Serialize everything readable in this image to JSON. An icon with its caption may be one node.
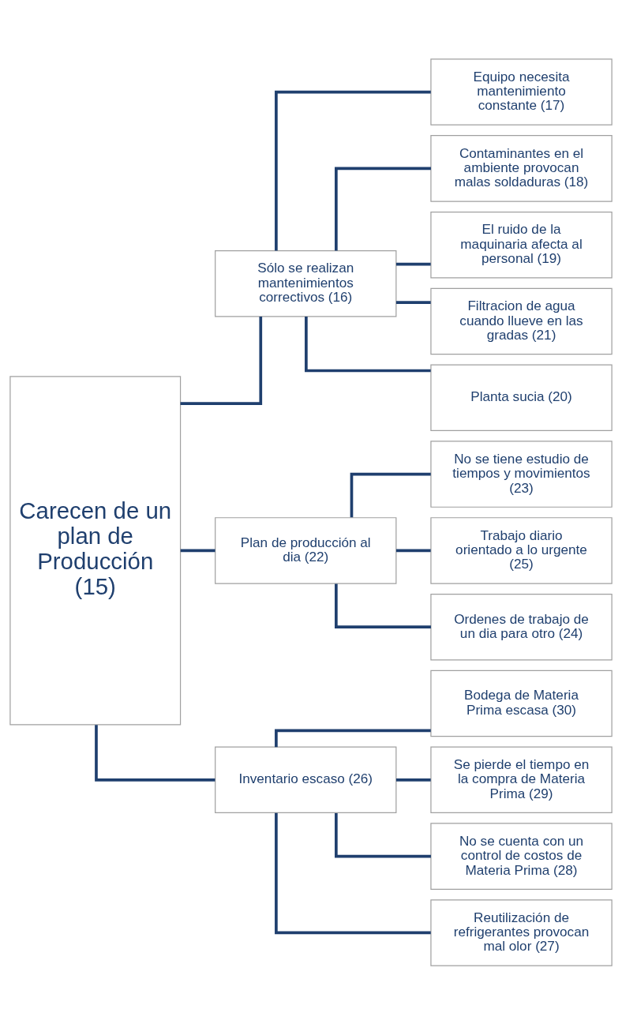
{
  "diagram": {
    "nodes": [
      {
        "text": [
          "Carecen de un plan de Producción (15)"
        ]
      },
      {
        "text": [
          "Sólo se realizan mantenimientos correctivos (16)"
        ]
      },
      {
        "text": [
          "Equipo necesita mantenimiento constante (17)"
        ]
      },
      {
        "text": [
          "Contaminantes en el ambiente provocan malas soldaduras (18)"
        ]
      },
      {
        "text": [
          "El ruido de la maquinaria afecta al personal (19)"
        ]
      },
      {
        "text": [
          "Filtracion de agua cuando llueve en las gradas (21)"
        ]
      },
      {
        "text": [
          "Planta sucia (20)"
        ]
      },
      {
        "text": [
          "Plan de producción al dia (22)"
        ]
      },
      {
        "text": [
          "No se tiene estudio de tiempos y movimientos (23)"
        ]
      },
      {
        "text": [
          "Trabajo diario orientado a lo urgente (25)"
        ]
      },
      {
        "text": [
          "Ordenes de trabajo de un dia para otro (24)"
        ]
      },
      {
        "text": [
          "Inventario escaso (26)"
        ]
      },
      {
        "text": [
          "Bodega de Materia Prima escasa (30)"
        ]
      },
      {
        "text": [
          "Se pierde el tiempo en la compra de Materia Prima (29)"
        ]
      },
      {
        "text": [
          "No se cuenta con un control de costos de Materia Prima (28)"
        ]
      },
      {
        "text": [
          "Reutilización de refrigerantes provocan mal olor (27)"
        ]
      }
    ],
    "edges": [
      {
        "from": 0,
        "to": 1,
        "arrow": "none"
      },
      {
        "from": 1,
        "to": 2,
        "arrow": "none"
      },
      {
        "from": 1,
        "to": 3,
        "arrow": "none"
      },
      {
        "from": 1,
        "to": 4,
        "arrow": "none"
      },
      {
        "from": 1,
        "to": 5,
        "arrow": "none"
      },
      {
        "from": 1,
        "to": 6,
        "arrow": "none"
      },
      {
        "from": 0,
        "to": 7,
        "arrow": "none"
      },
      {
        "from": 7,
        "to": 8,
        "arrow": "none"
      },
      {
        "from": 7,
        "to": 9,
        "arrow": "none"
      },
      {
        "from": 7,
        "to": 10,
        "arrow": "none"
      },
      {
        "from": 0,
        "to": 11,
        "arrow": "none"
      },
      {
        "from": 11,
        "to": 12,
        "arrow": "none"
      },
      {
        "from": 11,
        "to": 13,
        "arrow": "none"
      },
      {
        "from": 11,
        "to": 14,
        "arrow": "none"
      },
      {
        "from": 11,
        "to": 15,
        "arrow": "none"
      }
    ]
  }
}
